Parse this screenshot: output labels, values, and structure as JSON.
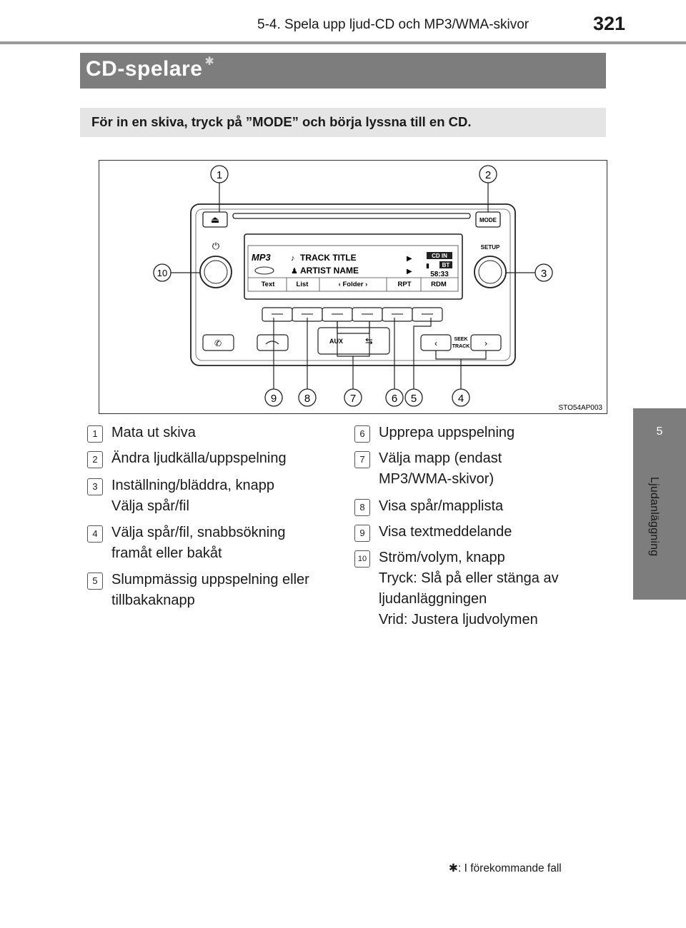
{
  "header": {
    "section": "5-4. Spela upp ljud-CD och MP3/WMA-skivor",
    "page_number": "321"
  },
  "side_tab": {
    "chapter": "5",
    "label": "Ljudanläggning"
  },
  "title": {
    "text": "CD-spelare",
    "mark": "✱"
  },
  "intro": "För in en skiva, tryck på ”MODE” och börja lyssna till en CD.",
  "figure": {
    "code": "STO54AP003",
    "callouts": [
      "1",
      "2",
      "3",
      "4",
      "5",
      "6",
      "7",
      "8",
      "9",
      "10"
    ],
    "labels": {
      "mode": "MODE",
      "setup": "SETUP",
      "seek_line1": "SEEK",
      "seek_line2": "TRACK",
      "aux": "AUX",
      "eject": "⏏",
      "power": "⏻",
      "phone": "✆"
    },
    "display": {
      "format": "MP3",
      "track_title": "TRACK TITLE",
      "artist_name": "ARTIST NAME",
      "cd_in": "CD IN",
      "bt": "BT",
      "time": "58:33",
      "soft_keys": [
        "Text",
        "List",
        "‹  Folder  ›",
        "RPT",
        "RDM"
      ]
    }
  },
  "legend": [
    {
      "num": "1",
      "lines": [
        "Mata ut skiva"
      ]
    },
    {
      "num": "2",
      "lines": [
        "Ändra ljudkälla/uppspelning"
      ]
    },
    {
      "num": "3",
      "lines": [
        "Inställning/bläddra, knapp",
        "Välja spår/fil"
      ]
    },
    {
      "num": "4",
      "lines": [
        "Välja spår/fil, snabbsökning",
        "framåt eller bakåt"
      ]
    },
    {
      "num": "5",
      "lines": [
        "Slumpmässig uppspelning eller",
        "tillbakaknapp"
      ]
    },
    {
      "num": "6",
      "lines": [
        "Upprepa uppspelning"
      ]
    },
    {
      "num": "7",
      "lines": [
        "Välja mapp (endast",
        "MP3/WMA-skivor)"
      ]
    },
    {
      "num": "8",
      "lines": [
        "Visa spår/mapplista"
      ]
    },
    {
      "num": "9",
      "lines": [
        "Visa textmeddelande"
      ]
    },
    {
      "num": "10",
      "lines": [
        "Ström/volym, knapp",
        "Tryck: Slå på eller stänga av",
        "ljudanläggningen",
        "Vrid: Justera ljudvolymen"
      ]
    }
  ],
  "footnote": {
    "mark": "✱",
    "text": ": I förekommande fall"
  },
  "colors": {
    "title_bar": "#7d7d7d",
    "intro_bar": "#e5e5e5",
    "side_tab": "#7d7d7d"
  }
}
